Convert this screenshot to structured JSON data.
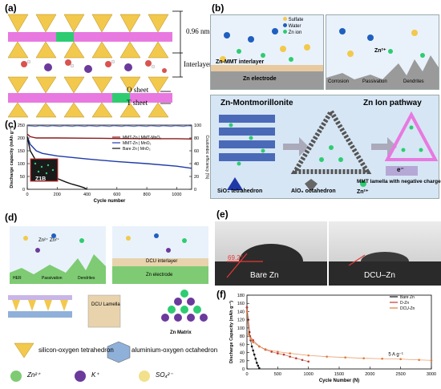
{
  "labels": {
    "a": "(a)",
    "b": "(b)",
    "c": "(c)",
    "d": "(d)",
    "e": "(e)",
    "f": "(f)"
  },
  "panel_a": {
    "spacing": "0.96 nm",
    "interlayer": "Interlayer",
    "o_sheet": "O sheet",
    "t_sheet": "T sheet"
  },
  "panel_b": {
    "legend": [
      "Sulfate",
      "Water",
      "Zn ion"
    ],
    "interlayer_label": "Zn-MMT interlayer",
    "electrode_label": "Zn electrode",
    "ion_label": "Zn²⁺",
    "corrosion": "Corrosion",
    "passivation": "Passivation",
    "dendrites": "Dendrites",
    "montmorillonite_title": "Zn-Montmorillonite",
    "pathway_title": "Zn Ion pathway",
    "electron": "e⁻",
    "sio4": "SiO₄ tetrahedron",
    "alo6": "AlO₆ octahedron",
    "zn2": "Zn²⁺",
    "lamella": "MMT lamella with negative charge"
  },
  "panel_d": {
    "ion_label": "Zn²⁺  Zn²⁺",
    "her": "HER",
    "passivation": "Passivation",
    "dendrites": "Dendrites",
    "interlayer": "DCU interlayer",
    "electrode": "Zn electrode",
    "lamella": "DCU Lamella",
    "matrix": "Zn Matrix",
    "tetra": "silicon-oxygen tetrahedron",
    "octa": "aluminium-oxygen octahedron",
    "zn2": "Zn²⁺",
    "k": "K⁺",
    "so4": "SO₄²⁻"
  },
  "panel_e": {
    "bare": "Bare Zn",
    "dcu": "DCU–Zn",
    "angle": "69.2°"
  },
  "colors": {
    "pink": "#e879e0",
    "yellow": "#f2c94c",
    "green": "#7ecb73",
    "zn": "#3aa55a",
    "orange": "#e07b39",
    "purple": "#6b3a9c"
  },
  "chart_data": [
    {
      "panel": "c",
      "type": "line",
      "xlabel": "Cycle number",
      "ylabel": "Discharge capacity (mAh g⁻¹)",
      "y2label": "Coulombic efficiency (%)",
      "xlim": [
        0,
        1100
      ],
      "ylim": [
        0,
        250
      ],
      "y2lim": [
        0,
        100
      ],
      "xticks": [
        0,
        200,
        400,
        600,
        800,
        1000
      ],
      "yticks": [
        0,
        50,
        100,
        150,
        200,
        250
      ],
      "y2ticks": [
        0,
        20,
        40,
        60,
        80,
        100
      ],
      "inset_label": "Z1B",
      "series": [
        {
          "name": "MMT-Zn | MMT-MnO₂",
          "color": "#8b1a1a",
          "x": [
            0,
            20,
            60,
            100,
            200,
            400,
            600,
            800,
            1000,
            1100
          ],
          "y": [
            215,
            205,
            200,
            200,
            200,
            199,
            198,
            197,
            197,
            196
          ]
        },
        {
          "name": "MMT-Zn | MnO₂",
          "color": "#1f3aa8",
          "x": [
            0,
            20,
            60,
            100,
            200,
            400,
            600,
            800,
            1000,
            1100
          ],
          "y": [
            205,
            175,
            150,
            140,
            130,
            118,
            108,
            100,
            90,
            82
          ]
        },
        {
          "name": "Bare Zn | MnO₂",
          "color": "#111111",
          "x": [
            0,
            20,
            60,
            100,
            150,
            200,
            260,
            300,
            350,
            380,
            400
          ],
          "y": [
            205,
            150,
            110,
            80,
            60,
            42,
            28,
            20,
            12,
            6,
            0
          ]
        }
      ]
    },
    {
      "panel": "f",
      "type": "scatter",
      "xlabel": "Cycle Number (N)",
      "ylabel": "Discharge Capacity (mAh g⁻¹)",
      "xlim": [
        0,
        3000
      ],
      "ylim": [
        0,
        180
      ],
      "xticks": [
        0,
        500,
        1000,
        1500,
        2000,
        2500,
        3000
      ],
      "yticks": [
        0,
        20,
        40,
        60,
        80,
        100,
        120,
        140,
        160,
        180
      ],
      "annotation": "5 A g⁻¹",
      "series": [
        {
          "name": "Bare Zn",
          "color": "#111111",
          "x": [
            0,
            20,
            40,
            60,
            80,
            100,
            120,
            140,
            160,
            180,
            200
          ],
          "y": [
            150,
            120,
            90,
            70,
            55,
            45,
            35,
            25,
            15,
            8,
            2
          ]
        },
        {
          "name": "D-Zn",
          "color": "#c0392b",
          "x": [
            0,
            50,
            100,
            200,
            300,
            400,
            500,
            600,
            700,
            800,
            900,
            1000
          ],
          "y": [
            150,
            80,
            70,
            55,
            47,
            42,
            38,
            35,
            30,
            26,
            22,
            18
          ]
        },
        {
          "name": "DCU-Zn",
          "color": "#e07b39",
          "x": [
            0,
            30,
            60,
            100,
            200,
            300,
            500,
            700,
            1000,
            1300,
            1600,
            1900,
            2200,
            2500,
            2800,
            3000
          ],
          "y": [
            140,
            85,
            72,
            65,
            55,
            48,
            42,
            38,
            33,
            30,
            28,
            26,
            25,
            24,
            22,
            21
          ]
        }
      ]
    }
  ]
}
